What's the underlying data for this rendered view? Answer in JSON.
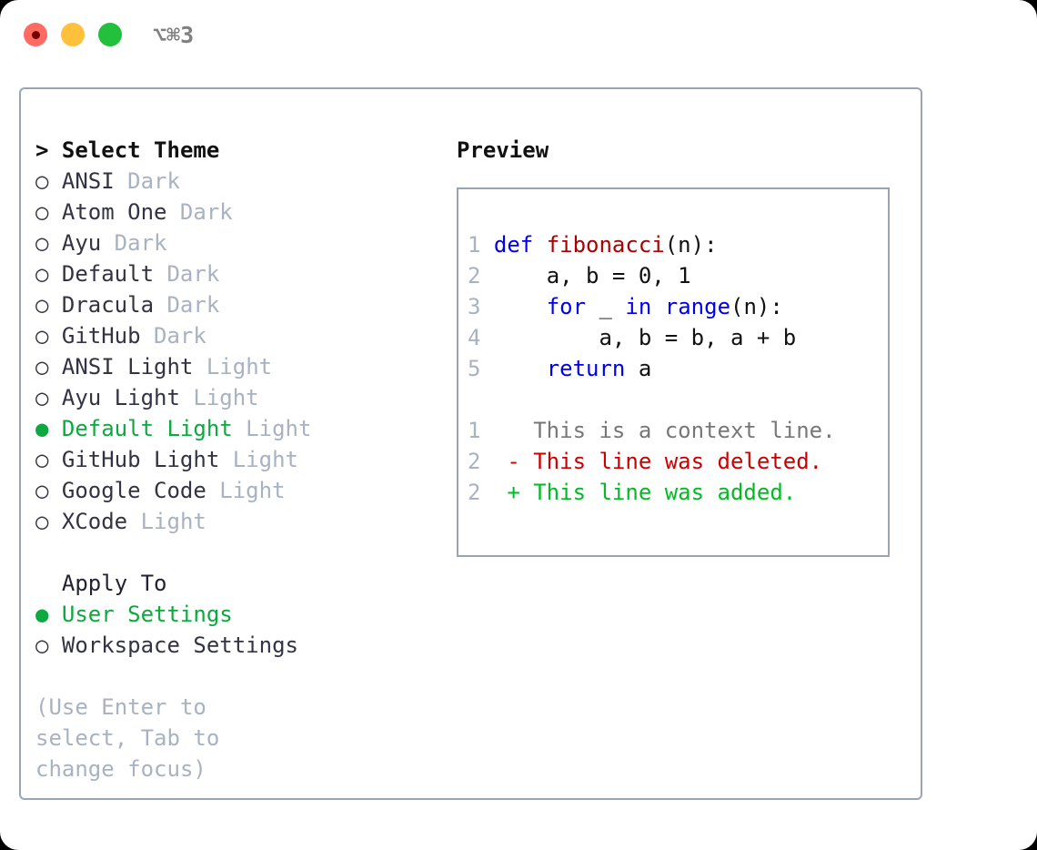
{
  "titlebar": {
    "shortcut": "⌥⌘3",
    "buttons": [
      "close",
      "minimize",
      "zoom"
    ],
    "colors": {
      "close": "#ff6b63",
      "minimize": "#ffc13c",
      "zoom": "#22c03c"
    }
  },
  "theme_list": {
    "header": "> Select Theme",
    "items": [
      {
        "marker": "○",
        "name": "ANSI",
        "category": "Dark",
        "selected": false
      },
      {
        "marker": "○",
        "name": "Atom One",
        "category": "Dark",
        "selected": false
      },
      {
        "marker": "○",
        "name": "Ayu",
        "category": "Dark",
        "selected": false
      },
      {
        "marker": "○",
        "name": "Default",
        "category": "Dark",
        "selected": false
      },
      {
        "marker": "○",
        "name": "Dracula",
        "category": "Dark",
        "selected": false
      },
      {
        "marker": "○",
        "name": "GitHub",
        "category": "Dark",
        "selected": false
      },
      {
        "marker": "○",
        "name": "ANSI Light",
        "category": "Light",
        "selected": false
      },
      {
        "marker": "○",
        "name": "Ayu Light",
        "category": "Light",
        "selected": false
      },
      {
        "marker": "●",
        "name": "Default Light",
        "category": "Light",
        "selected": true
      },
      {
        "marker": "○",
        "name": "GitHub Light",
        "category": "Light",
        "selected": false
      },
      {
        "marker": "○",
        "name": "Google Code",
        "category": "Light",
        "selected": false
      },
      {
        "marker": "○",
        "name": "XCode",
        "category": "Light",
        "selected": false
      }
    ]
  },
  "apply_to": {
    "header": "Apply To",
    "items": [
      {
        "marker": "●",
        "name": "User Settings",
        "selected": true
      },
      {
        "marker": "○",
        "name": "Workspace Settings",
        "selected": false
      }
    ]
  },
  "hint": "(Use Enter to select, Tab to change focus)",
  "preview": {
    "title": "Preview",
    "code_lines": [
      {
        "no": "1",
        "tokens": [
          {
            "t": "def ",
            "c": "kw"
          },
          {
            "t": "fibonacci",
            "c": "fn"
          },
          {
            "t": "(n):",
            "c": "pl"
          }
        ]
      },
      {
        "no": "2",
        "tokens": [
          {
            "t": "    a, b = 0, 1",
            "c": "pl"
          }
        ]
      },
      {
        "no": "3",
        "tokens": [
          {
            "t": "    ",
            "c": "pl"
          },
          {
            "t": "for",
            "c": "kw"
          },
          {
            "t": " _ ",
            "c": "pl"
          },
          {
            "t": "in",
            "c": "kw"
          },
          {
            "t": " ",
            "c": "pl"
          },
          {
            "t": "range",
            "c": "kw"
          },
          {
            "t": "(n):",
            "c": "pl"
          }
        ]
      },
      {
        "no": "4",
        "tokens": [
          {
            "t": "        a, b = b, a + b",
            "c": "pl"
          }
        ]
      },
      {
        "no": "5",
        "tokens": [
          {
            "t": "    ",
            "c": "pl"
          },
          {
            "t": "return",
            "c": "kw"
          },
          {
            "t": " a",
            "c": "pl"
          }
        ]
      }
    ],
    "diff_lines": [
      {
        "no": "1",
        "sign": " ",
        "text": "This is a context line.",
        "kind": "ctx"
      },
      {
        "no": "2",
        "sign": "-",
        "text": "This line was deleted.",
        "kind": "del"
      },
      {
        "no": "2",
        "sign": "+",
        "text": "This line was added.",
        "kind": "add"
      }
    ]
  },
  "colors": {
    "accent_green": "#0da83f",
    "muted": "#a8b2c1",
    "border": "#9aa5b4",
    "keyword": "#0000ee",
    "function": "#aa0000",
    "diff_added": "#00bb22",
    "diff_deleted": "#cc0000"
  }
}
